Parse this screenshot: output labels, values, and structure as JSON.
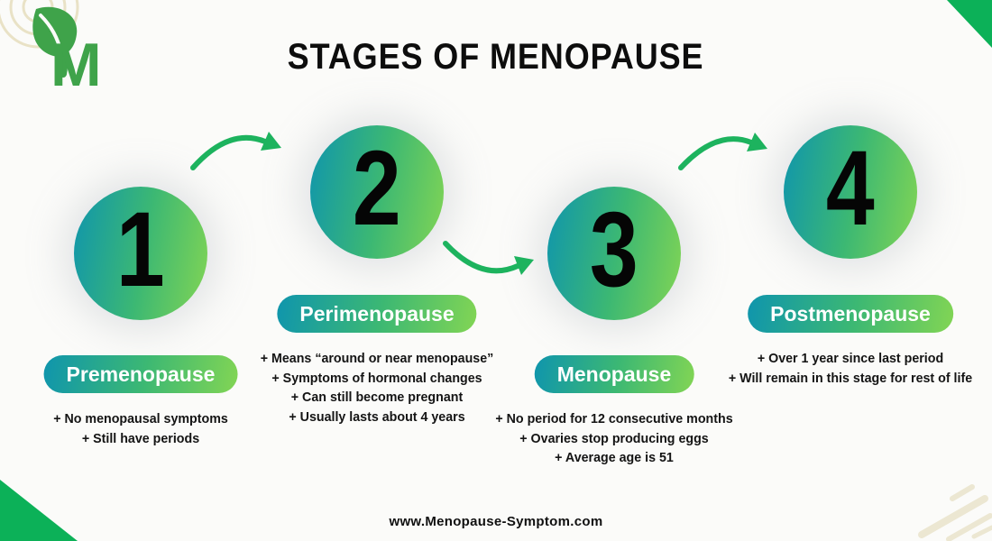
{
  "page": {
    "title": "STAGES OF MENOPAUSE",
    "brand_letter": "M",
    "website": "www.Menopause-Symptom.com"
  },
  "stages": [
    {
      "number": "1",
      "label": "Premenopause",
      "bullets": [
        "+ No menopausal symptoms",
        "+ Still have periods"
      ]
    },
    {
      "number": "2",
      "label": "Perimenopause",
      "bullets": [
        "+ Means “around or near menopause”",
        "+ Symptoms of hormonal changes",
        "+ Can still become pregnant",
        "+ Usually lasts about 4 years"
      ]
    },
    {
      "number": "3",
      "label": "Menopause",
      "bullets": [
        "+ No period for 12 consecutive months",
        "+ Ovaries stop producing eggs",
        "+ Average age is 51"
      ]
    },
    {
      "number": "4",
      "label": "Postmenopause",
      "bullets": [
        "+ Over 1 year since last period",
        "+ Will remain in this stage for rest of life"
      ]
    }
  ],
  "icons": {
    "logo": "leaf-letter-m-logo",
    "connector": "curved-arrow-icon",
    "corner_top_right": "corner-triangle",
    "corner_bottom_left": "corner-triangle",
    "rings": "concentric-rings-decoration",
    "strokes": "brush-strokes-decoration"
  },
  "colors": {
    "gradient_start": "#0f95ad",
    "gradient_mid": "#3cb873",
    "gradient_end": "#82d554",
    "arrow_green": "#1db35e",
    "corner_green": "#0cb158",
    "logo_green": "#3fa34a",
    "ring_beige": "#e9e2c6",
    "text_dark": "#141414",
    "background": "#fbfbf9"
  }
}
